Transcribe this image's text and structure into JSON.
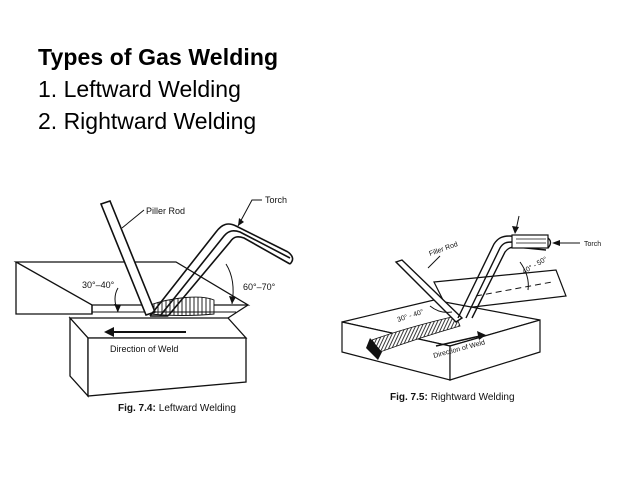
{
  "slide": {
    "title": "Types of Gas Welding",
    "items": [
      "1. Leftward Welding",
      "2. Rightward Welding"
    ]
  },
  "figures": [
    {
      "labels": {
        "filler_rod": "Piller Rod",
        "torch": "Torch",
        "angle_left": "30°–40°",
        "angle_right": "60°–70°",
        "direction": "Direction of Weld"
      },
      "caption_num": "Fig. 7.4:",
      "caption_text": "Leftward Welding"
    },
    {
      "labels": {
        "filler_rod": "Filler Rod",
        "torch": "Torch",
        "angle_left": "30° - 40°",
        "angle_right": "40° - 50°",
        "direction": "Direction of Weld"
      },
      "caption_num": "Fig. 7.5:",
      "caption_text": "Rightward Welding"
    }
  ],
  "colors": {
    "ink": "#111111",
    "background": "#ffffff"
  }
}
